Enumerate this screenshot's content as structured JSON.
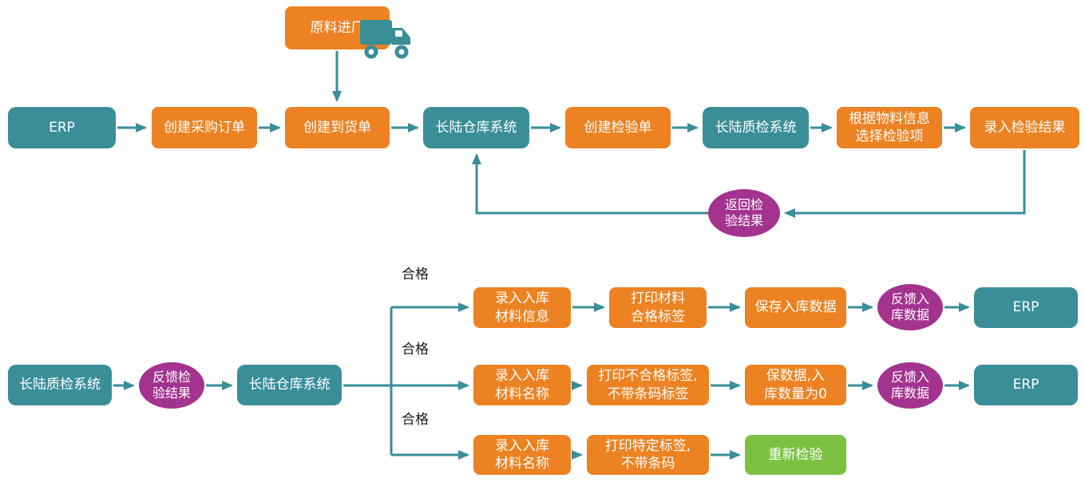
{
  "colors": {
    "teal": "#398E98",
    "orange": "#EC8222",
    "purple": "#A3338E",
    "green": "#7DC142",
    "arrow": "#398E98",
    "background": "#FFFFFF",
    "node_text": "#FFFFFF",
    "label_text": "#1A1A1A"
  },
  "flow_top": {
    "material_entry": {
      "label": "原料进厂",
      "icon": "truck-icon"
    },
    "nodes": [
      {
        "label": "ERP"
      },
      {
        "label": "创建采购订单"
      },
      {
        "label": "创建到货单"
      },
      {
        "label": "长陆仓库系统"
      },
      {
        "label": "创建检验单"
      },
      {
        "label": "长陆质检系统"
      },
      {
        "label": "根据物料信息\n选择检验项"
      },
      {
        "label": "录入检验结果"
      }
    ],
    "return_connector": {
      "label": "返回检\n验结果"
    }
  },
  "flow_bottom": {
    "qc_system": {
      "label": "长陆质检系统"
    },
    "feedback_connector": {
      "label": "反馈检\n验结果"
    },
    "warehouse_system": {
      "label": "长陆仓库系统"
    },
    "branches": [
      {
        "condition": "合格",
        "nodes": [
          {
            "label": "录入入库\n材料信息"
          },
          {
            "label": "打印材料\n合格标签"
          },
          {
            "label": "保存入库数据"
          },
          {
            "label": "反馈入\n库数据"
          },
          {
            "label": "ERP"
          }
        ]
      },
      {
        "condition": "合格",
        "nodes": [
          {
            "label": "录入入库\n材料名称"
          },
          {
            "label": "打印不合格标签,\n不带条码标签"
          },
          {
            "label": "保数据,入\n库数量为0"
          },
          {
            "label": "反馈入\n库数据"
          },
          {
            "label": "ERP"
          }
        ]
      },
      {
        "condition": "合格",
        "nodes": [
          {
            "label": "录入入库\n材料名称"
          },
          {
            "label": "打印特定标签,\n不带条码"
          },
          {
            "label": "重新检验"
          }
        ]
      }
    ]
  }
}
